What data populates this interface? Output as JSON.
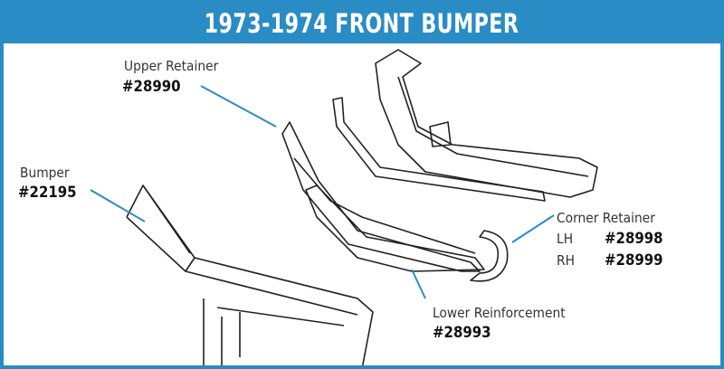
{
  "title": "1973-1974 FRONT BUMPER",
  "colors": {
    "accent": "#2a8cc4"
  },
  "parts": {
    "upper_retainer": {
      "name": "Upper Retainer",
      "number": "#28990"
    },
    "bumper": {
      "name": "Bumper",
      "number": "#22195"
    },
    "corner_retainer": {
      "name": "Corner Retainer",
      "lh_label": "LH",
      "lh_number": "#28998",
      "rh_label": "RH",
      "rh_number": "#28999"
    },
    "lower_reinforcement": {
      "name": "Lower Reinforcement",
      "number": "#28993"
    }
  }
}
